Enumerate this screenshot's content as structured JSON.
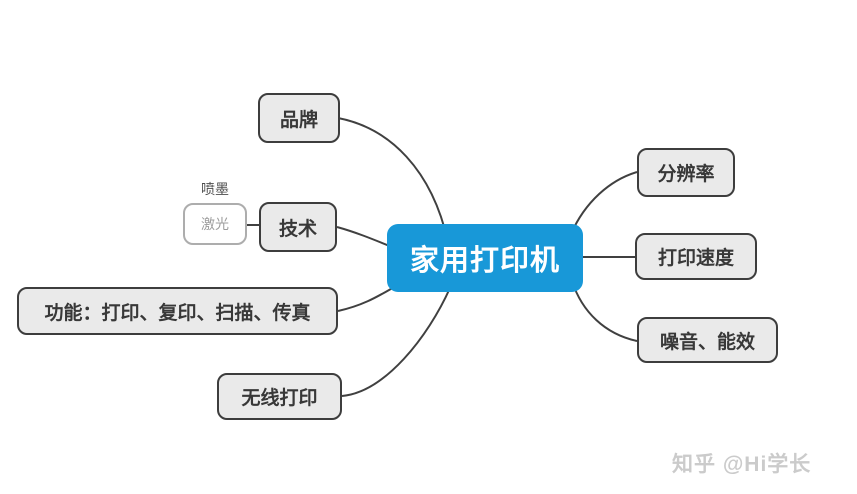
{
  "diagram": {
    "type": "mindmap",
    "nodes": {
      "center": {
        "label": "家用打印机"
      },
      "brand": {
        "label": "品牌"
      },
      "tech": {
        "label": "技术"
      },
      "inkjet": {
        "label": "喷墨"
      },
      "laser": {
        "label": "激光"
      },
      "features": {
        "label": "功能：打印、复印、扫描、传真"
      },
      "wireless": {
        "label": "无线打印"
      },
      "resolution": {
        "label": "分辨率"
      },
      "speed": {
        "label": "打印速度"
      },
      "noise": {
        "label": "噪音、能效"
      }
    },
    "edges": [
      [
        "center",
        "brand"
      ],
      [
        "center",
        "tech"
      ],
      [
        "tech",
        "inkjet"
      ],
      [
        "tech",
        "laser"
      ],
      [
        "center",
        "features"
      ],
      [
        "center",
        "wireless"
      ],
      [
        "center",
        "resolution"
      ],
      [
        "center",
        "speed"
      ],
      [
        "center",
        "noise"
      ]
    ]
  },
  "watermark": {
    "text": "知乎 @Hi学长"
  },
  "colors": {
    "center_fill": "#1898D8",
    "center_text": "#FFFFFF",
    "node_fill": "#EAEAEA",
    "node_border": "#3D3D3D",
    "node_text": "#383838",
    "sub_node_border": "#ADADAD",
    "sub_node_text": "#9C9C9C",
    "connector": "#404040",
    "watermark_text": "#CBCBCB",
    "background": "#FFFFFF"
  }
}
